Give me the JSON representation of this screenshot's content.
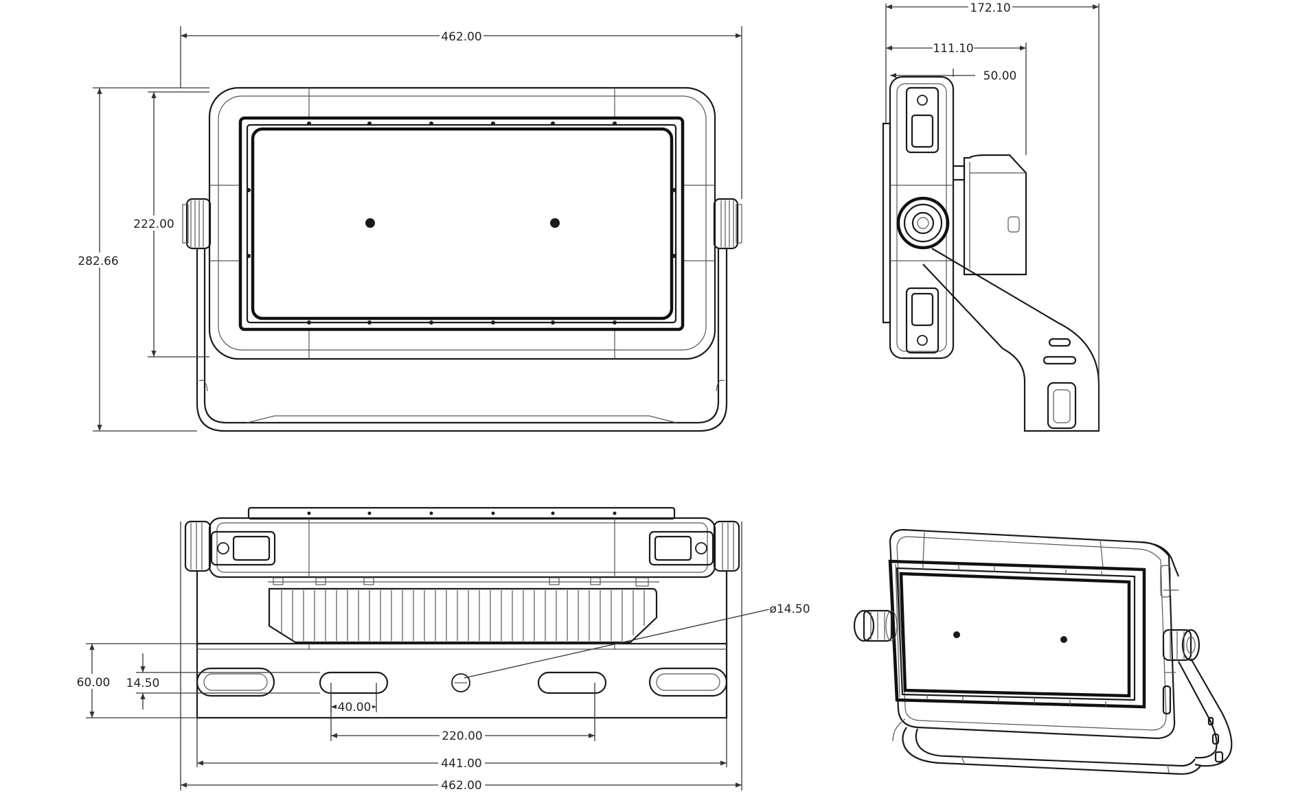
{
  "dimensions": {
    "front_width": "462.00",
    "front_overall_height": "282.66",
    "front_body_height": "222.00",
    "side_total_depth": "172.10",
    "side_mid_depth": "111.10",
    "side_body_depth": "50.00",
    "hole_diameter": "ø14.50",
    "mount_height": "60.00",
    "slot_height": "14.50",
    "slot_length": "40.00",
    "slot_spacing": "220.00",
    "bracket_width": "441.00",
    "bottom_width": "462.00"
  }
}
